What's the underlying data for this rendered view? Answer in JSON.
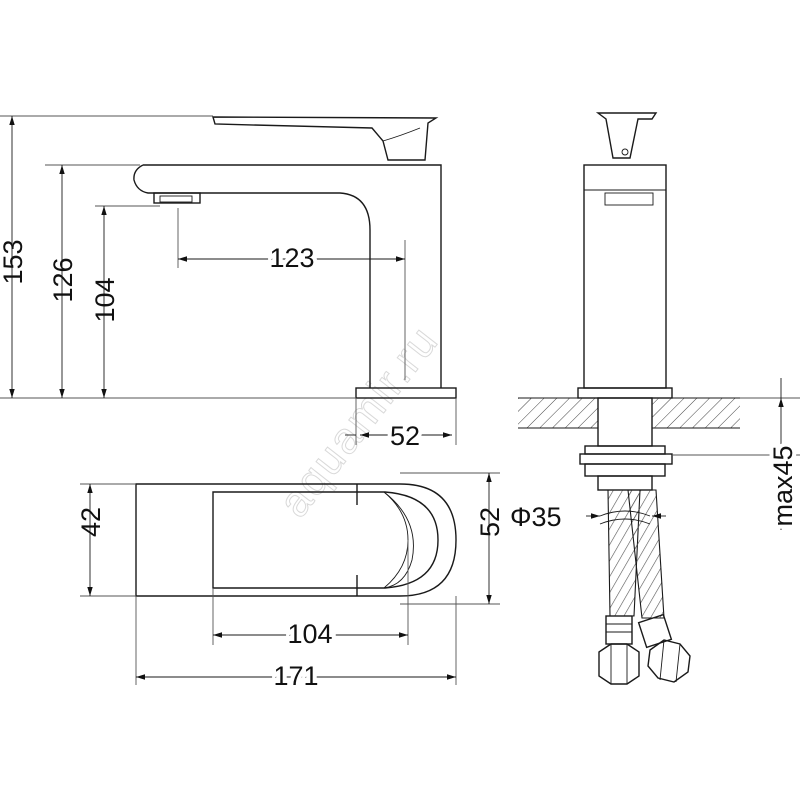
{
  "watermark": "aquamir.ru",
  "dimensions": {
    "total_height": "153",
    "spout_height": "126",
    "outlet_height": "104",
    "spout_reach": "123",
    "base_width": "52",
    "top_depth": "42",
    "top_width": "52",
    "top_reach": "104",
    "overall_length": "171",
    "hole_diameter": "Φ35",
    "max_thickness": "max45"
  }
}
